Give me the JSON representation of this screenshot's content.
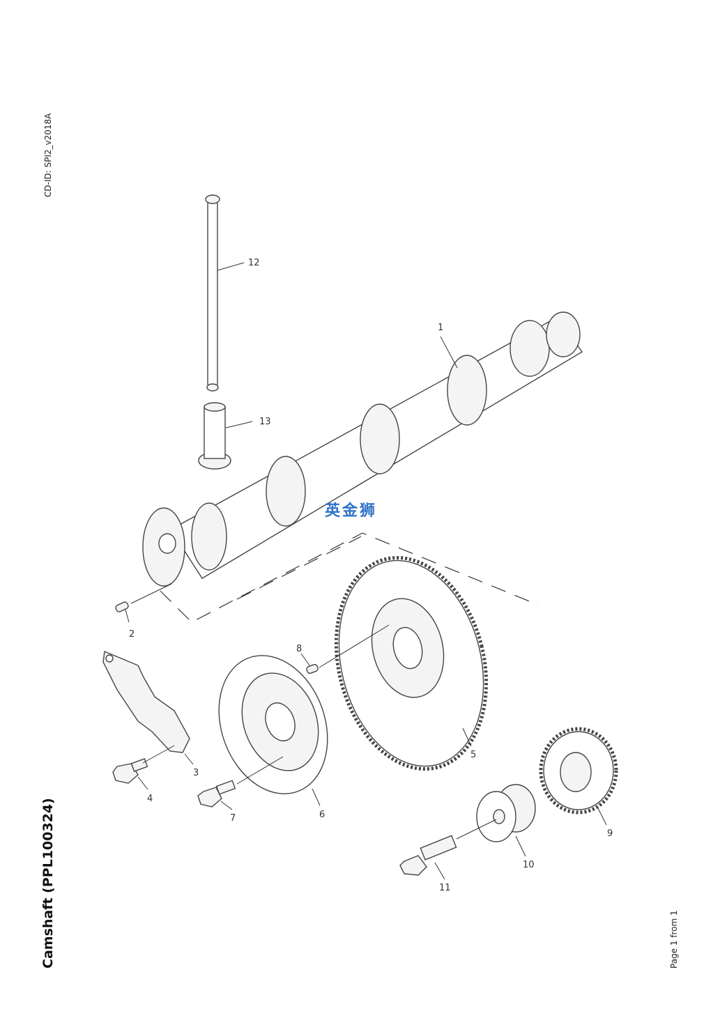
{
  "header": {
    "cd_id": "CD-ID: SPI2_v2018A"
  },
  "footer": {
    "title": "Camshaft (PPL100324)",
    "page_info": "Page 1 from 1"
  },
  "watermark": {
    "text": "英金狮",
    "color": "#2f73c8"
  },
  "callouts": [
    "1",
    "2",
    "3",
    "4",
    "5",
    "6",
    "7",
    "8",
    "9",
    "10",
    "11",
    "12",
    "13"
  ]
}
